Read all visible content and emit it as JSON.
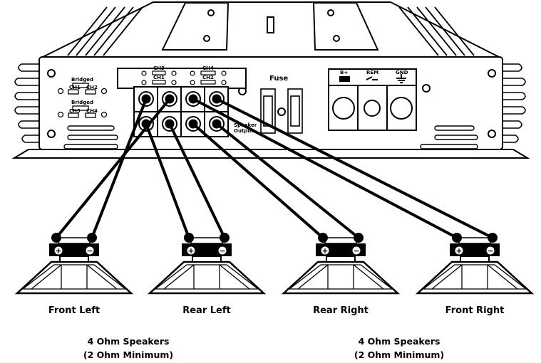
{
  "amplifier": {
    "bridged_label_1": "Bridged",
    "bridged_label_2": "Bridged",
    "ch1": "CH1",
    "ch2": "CH2",
    "ch3": "CH3",
    "ch4": "CH4",
    "terminal_ch3": "CH3",
    "terminal_ch1": "CH1",
    "terminal_ch4": "CH4",
    "terminal_ch2": "CH2",
    "speaker_output": "Speaker\nOutput",
    "fuse": "Fuse",
    "power_bplus": "B+",
    "power_rem": "REM",
    "power_gnd": "GND"
  },
  "speakers": [
    {
      "label": "Front Left",
      "pos": "+",
      "neg": "−"
    },
    {
      "label": "Rear Left",
      "pos": "+",
      "neg": "−"
    },
    {
      "label": "Rear Right",
      "pos": "+",
      "neg": "−"
    },
    {
      "label": "Front Right",
      "pos": "+",
      "neg": "−"
    }
  ],
  "notes": [
    {
      "line1": "4 Ohm Speakers",
      "line2": "(2 Ohm Minimum)"
    },
    {
      "line1": "4 Ohm Speakers",
      "line2": "(2 Ohm Minimum)"
    }
  ]
}
